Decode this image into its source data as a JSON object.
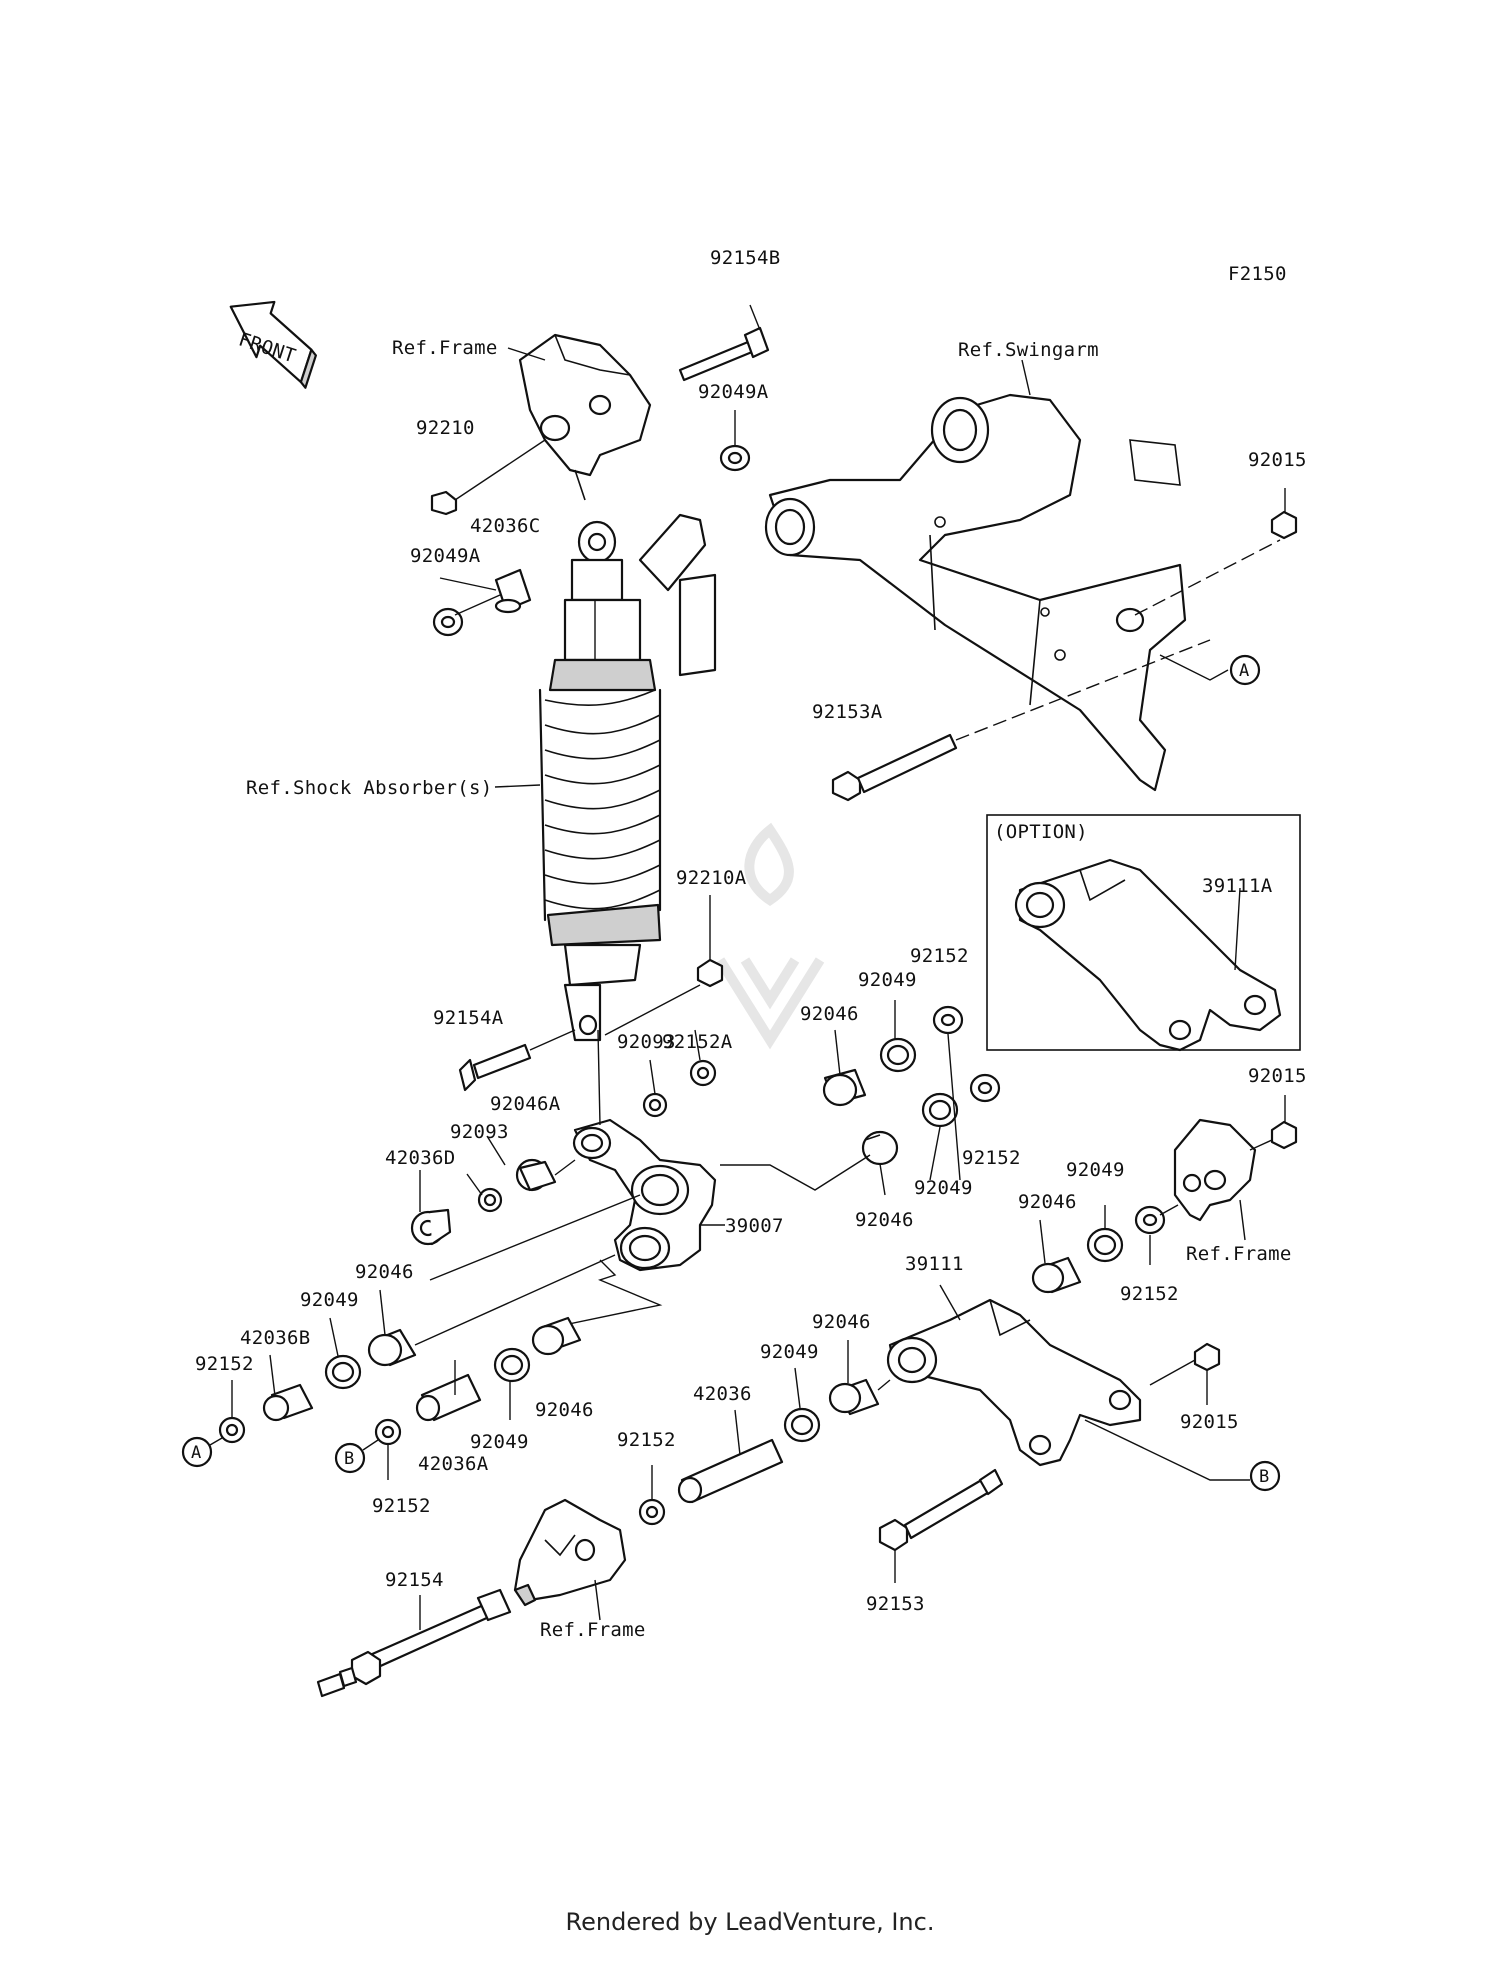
{
  "diagram": {
    "code": "F2150",
    "front_badge": "FRONT",
    "option_label": "(OPTION)",
    "watermark": "LEADVENTURE",
    "footer": "Rendered by LeadVenture, Inc.",
    "labels": {
      "p92154B": "92154B",
      "ref_frame_top": "Ref.Frame",
      "ref_swingarm": "Ref.Swingarm",
      "p92210": "92210",
      "p92049A_top": "92049A",
      "p92015_top": "92015",
      "p42036C": "42036C",
      "p92049A_left": "92049A",
      "p92153A": "92153A",
      "ref_shock": "Ref.Shock Absorber(s)",
      "p39111A": "39111A",
      "p92210A": "92210A",
      "p92152_a": "92152",
      "p92049_a": "92049",
      "p92154A": "92154A",
      "p92152A": "92152A",
      "p92046_a": "92046",
      "p92093_a": "92093",
      "p92015_mid": "92015",
      "p92046A": "92046A",
      "p92093_b": "92093",
      "p92152_b": "92152",
      "p42036D": "42036D",
      "p92049_b": "92049",
      "p92049_c": "92049",
      "p92046_b": "92046",
      "p39007": "39007",
      "ref_frame_mid": "Ref.Frame",
      "p92046_c": "92046",
      "p92152_c": "92152",
      "p92046_d": "92046",
      "p39111": "39111",
      "p92049_d": "92049",
      "p42036B": "42036B",
      "p92046_e": "92046",
      "p92152_d": "92152",
      "p92049_e": "92049",
      "p42036": "42036",
      "p92046_f": "92046",
      "p92015_bot": "92015",
      "p92049_f": "92049",
      "p42036A": "42036A",
      "p92152_e": "92152",
      "p92152_f": "92152",
      "p92154": "92154",
      "ref_frame_bot": "Ref.Frame",
      "p92153": "92153"
    },
    "callouts": {
      "a_right": "A",
      "a_left": "A",
      "b_left": "B",
      "b_right": "B"
    }
  }
}
